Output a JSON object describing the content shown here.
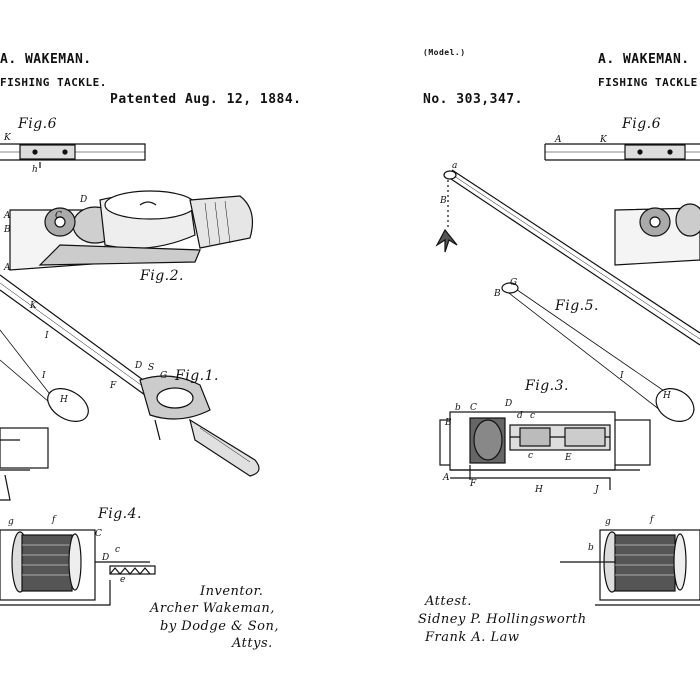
{
  "left_sheet": {
    "inventor_name": "A. WAKEMAN.",
    "subject": "FISHING TACKLE.",
    "patent_date": "Patented Aug. 12, 1884.",
    "figures": {
      "fig6": "Fig.6",
      "fig2": "Fig.2.",
      "fig1": "Fig.1.",
      "fig4": "Fig.4."
    },
    "inventor_block": {
      "heading": "Inventor.",
      "signature": "Archer Wakeman,",
      "by_line": "by Dodge & Son,",
      "attys": "Attys."
    }
  },
  "right_sheet": {
    "model_tag": "(Model.)",
    "inventor_name": "A. WAKEMAN.",
    "subject": "FISHING TACKLE.",
    "patent_number": "No. 303,347.",
    "figures": {
      "fig6": "Fig.6",
      "fig5": "Fig.5.",
      "fig3": "Fig.3."
    },
    "attest_block": {
      "heading": "Attest.",
      "witness1": "Sidney P. Hollingsworth",
      "witness2": "Frank A. Law"
    }
  },
  "icons": [
    "fishing-rod-icon",
    "reel-icon",
    "spool-icon",
    "fly-lure-icon"
  ]
}
